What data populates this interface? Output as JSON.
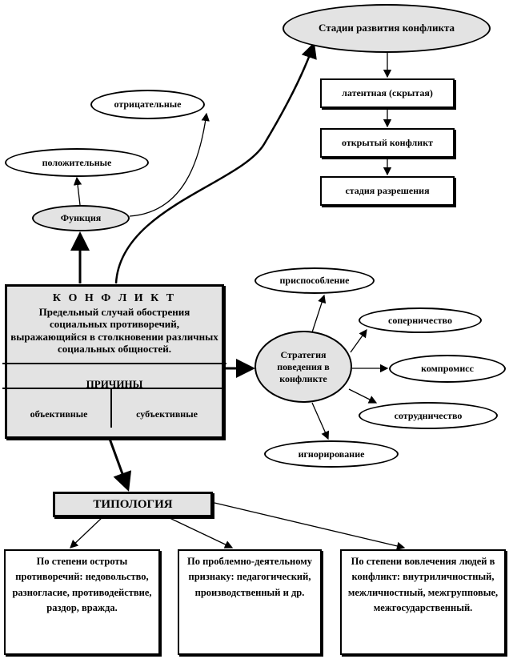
{
  "stages": {
    "title": "Стадии развития конфликта",
    "items": [
      "латентная (скрытая)",
      "открытый конфликт",
      "стадия разрешения"
    ]
  },
  "functions": {
    "title": "Функция",
    "positive": "положительные",
    "negative": "отрицательные"
  },
  "conflict": {
    "title": "К О Н Ф Л И К Т",
    "definition": "Предельный случай обострения социальных противоречий, выражающийся в столкновении различных социальных общностей.",
    "causes_title": "ПРИЧИНЫ",
    "causes": [
      "объективные",
      "субъективные"
    ]
  },
  "strategy": {
    "title": "Стратегия поведения в конфликте",
    "items": [
      "приспособление",
      "соперничество",
      "компромисс",
      "сотрудничество",
      "игнорирование"
    ]
  },
  "typology": {
    "title": "ТИПОЛОГИЯ",
    "boxes": [
      "По степени остроты противоречий: недовольство, разногласие, противодействие, раздор, вражда.",
      "По проблемно-деятельному признаку: педагогический, производственный и др.",
      "По степени вовлечения людей в конфликт: внутриличностный, межличностный, межгрупповые, межгосударственный."
    ]
  }
}
